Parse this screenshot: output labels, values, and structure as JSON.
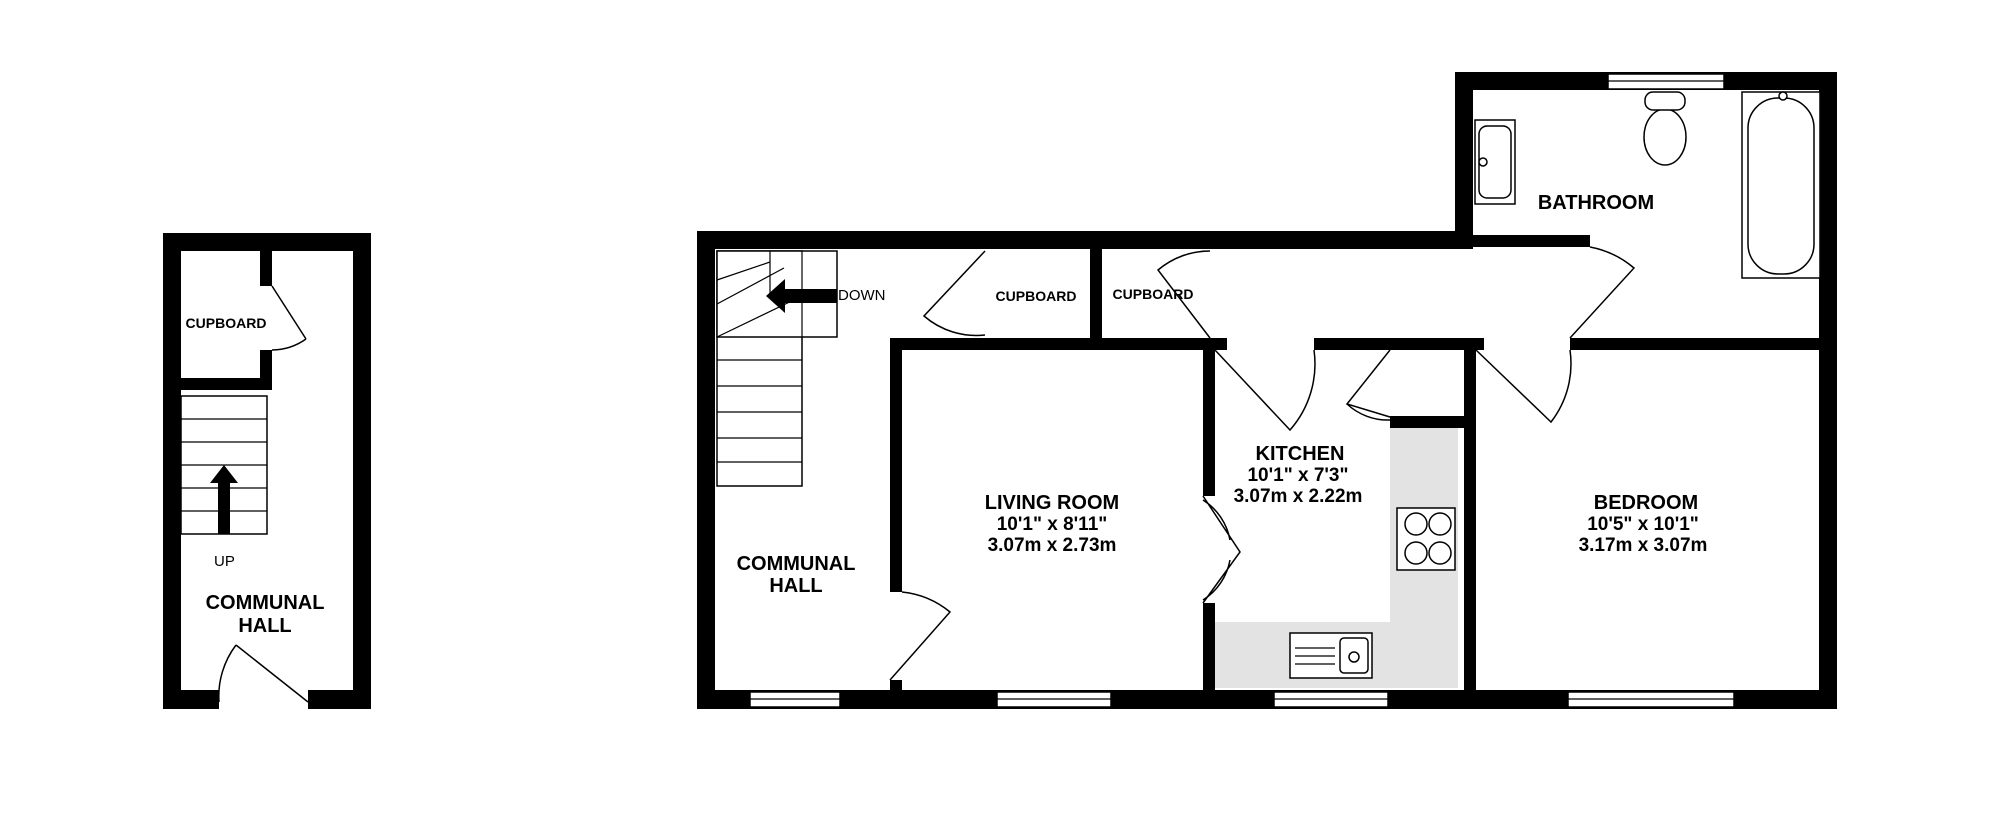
{
  "plan": {
    "ground_floor": {
      "cupboard": "CUPBOARD",
      "stairs_label": "UP",
      "hall_line1": "COMMUNAL",
      "hall_line2": "HALL"
    },
    "first_floor": {
      "stairs_label": "DOWN",
      "cupboard_1": "CUPBOARD",
      "cupboard_2": "CUPBOARD",
      "hall_line1": "COMMUNAL",
      "hall_line2": "HALL",
      "bathroom": "BATHROOM",
      "living_room": {
        "name": "LIVING ROOM",
        "imperial": "10'1\"  x 8'11\"",
        "metric": "3.07m  x 2.73m"
      },
      "kitchen": {
        "name": "KITCHEN",
        "imperial": "10'1\"  x 7'3\"",
        "metric": "3.07m  x 2.22m"
      },
      "bedroom": {
        "name": "BEDROOM",
        "imperial": "10'5\"  x 10'1\"",
        "metric": "3.17m  x 3.07m"
      }
    },
    "colors": {
      "wall": "#000000",
      "worktop": "#e3e3e3",
      "background": "#ffffff"
    }
  }
}
